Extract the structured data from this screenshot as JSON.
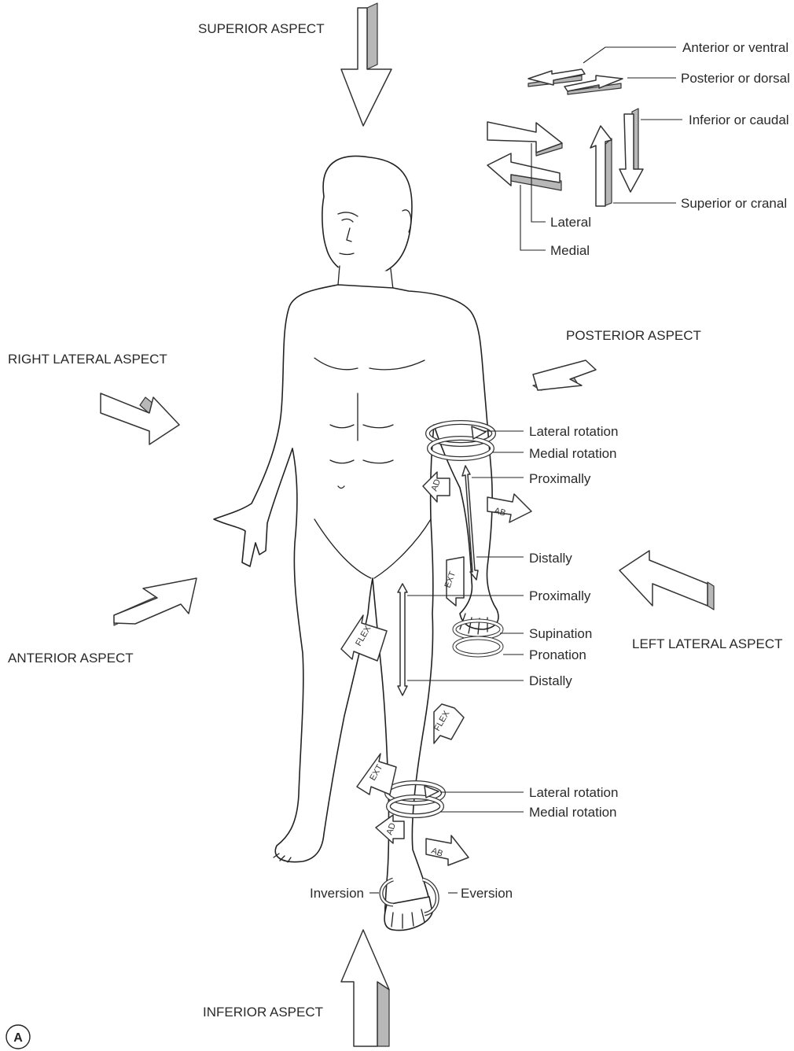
{
  "figure_letter": "A",
  "aspects": {
    "superior": "SUPERIOR ASPECT",
    "inferior": "INFERIOR ASPECT",
    "right_lateral": "RIGHT LATERAL ASPECT",
    "left_lateral": "LEFT LATERAL ASPECT",
    "anterior": "ANTERIOR ASPECT",
    "posterior": "POSTERIOR ASPECT"
  },
  "legend": {
    "anterior": "Anterior or ventral",
    "posterior": "Posterior or dorsal",
    "inferior": "Inferior or caudal",
    "superior": "Superior or cranal",
    "lateral": "Lateral",
    "medial": "Medial"
  },
  "arm_labels": {
    "lateral_rotation": "Lateral rotation",
    "medial_rotation": "Medial rotation",
    "proximally": "Proximally",
    "distally": "Distally",
    "supination": "Supination",
    "pronation": "Pronation"
  },
  "leg_labels": {
    "proximally": "Proximally",
    "distally": "Distally",
    "lateral_rotation": "Lateral rotation",
    "medial_rotation": "Medial rotation",
    "inversion": "Inversion",
    "eversion": "Eversion"
  },
  "arrow_tags": {
    "adduction": "AD",
    "abduction": "AB",
    "extension": "EXT",
    "flexion": "FLEX"
  }
}
